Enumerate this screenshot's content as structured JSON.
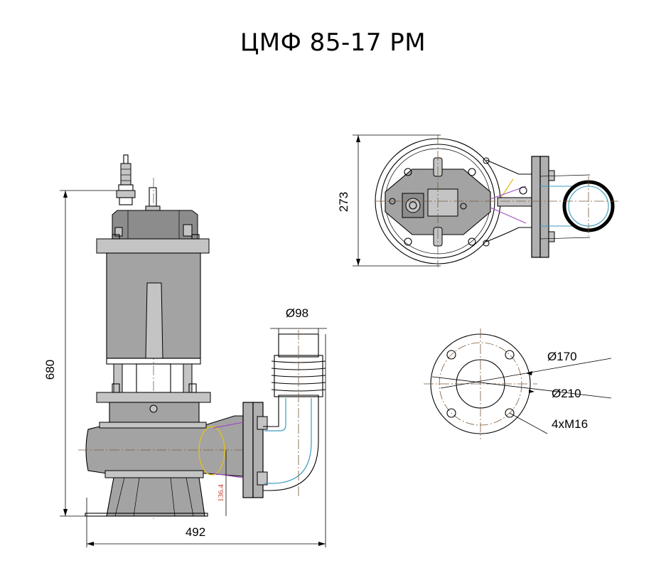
{
  "title": "ЦМФ 85-17 РМ",
  "dimensions": {
    "height_total": "680",
    "width_total": "492",
    "outlet_diameter": "Ø98",
    "top_view_depth": "273",
    "flange_bolt_circle": "Ø170",
    "flange_outer": "Ø210",
    "flange_bolts": "4xM16",
    "outlet_center_height": "136.4"
  },
  "colors": {
    "center_line": "#7a5a3a",
    "pipe_contour_blue": "#3a9bbf",
    "pipe_contour_violet": "#a050c0",
    "pipe_contour_yellow": "#e0c020",
    "small_dim_text": "#c0392b"
  }
}
